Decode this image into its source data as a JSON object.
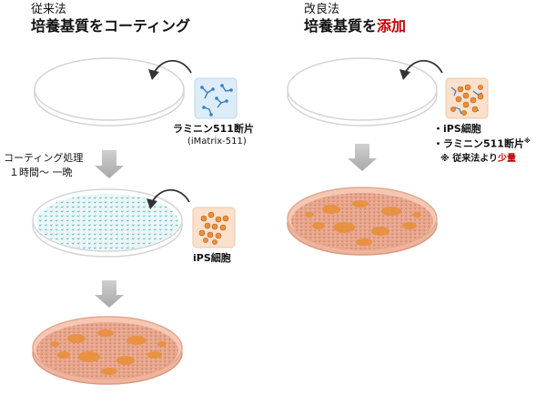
{
  "left": {
    "heading": "従来法",
    "title": "培養基質をコーティング",
    "laminin_label": "ラミニン511断片",
    "laminin_sub": "(iMatrix-511)",
    "process_line1": "コーティング処理",
    "process_line2": "１時間～ 一晩",
    "ips_label": "iPS細胞"
  },
  "right": {
    "heading": "改良法",
    "title_prefix": "培養基質を",
    "title_emphasis": "添加",
    "bullet1": "・iPS細胞",
    "bullet2": "・ラミニン511断片",
    "bullet2_mark": "※",
    "note_prefix": "※ 従来法より",
    "note_emphasis": "少量"
  },
  "colors": {
    "emphasis": "#c00000",
    "arrow_gray": "#b8b8b8",
    "dish_rim": "#d8d8d8",
    "coating_teal": "#5fb8c4",
    "culture_pink": "#f0a890",
    "cell_orange": "#e8903a",
    "inset_blue_bg": "#dcecf8",
    "inset_orange_bg": "#fbe0cc"
  }
}
